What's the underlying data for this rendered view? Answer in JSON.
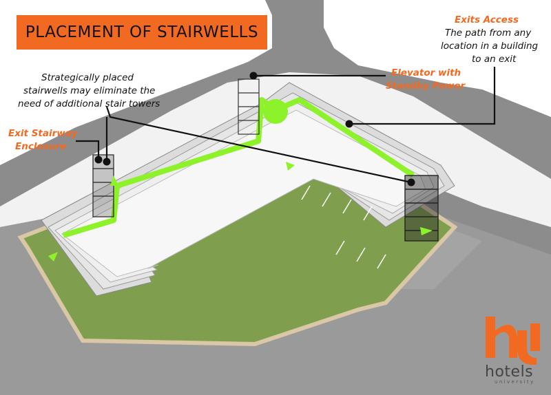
{
  "title": "PLACEMENT OF STAIRWELLS",
  "annotations": {
    "exits_access_title": "Exits Access",
    "exits_access_line1": "The path from any",
    "exits_access_line2": "location in a building",
    "exits_access_line3": "to an exit",
    "elevator_line1": "Elevator with",
    "elevator_line2": "Standby Power",
    "strategic_line1": "Strategically placed",
    "strategic_line2": "stairwells may eliminate the",
    "strategic_line3": "need of additional stair towers",
    "exit_stair_line1": "Exit Stairway",
    "exit_stair_line2": "Enclosure"
  },
  "logo": {
    "name": "hotels",
    "sub": "university"
  },
  "colors": {
    "accent_orange": "#f26a21",
    "path_green": "#8ef22b",
    "road_gray": "#8a8a8a",
    "lawn_green": "#7f9f4f"
  }
}
